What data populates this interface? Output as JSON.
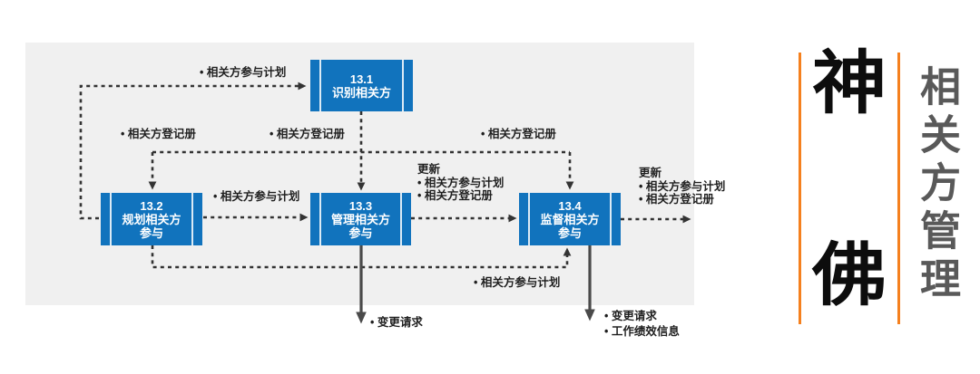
{
  "colors": {
    "process_blue": "#1173bd",
    "panel_gray": "#f0f0f0",
    "accent_orange": "#f5801e",
    "vertical_title_gray": "#595959"
  },
  "process_boxes": [
    {
      "lines": [
        "13.1",
        "识别相关方"
      ]
    },
    {
      "lines": [
        "13.2",
        "规划相关方",
        "参与"
      ]
    },
    {
      "lines": [
        "13.3",
        "管理相关方",
        "参与"
      ]
    },
    {
      "lines": [
        "13.4",
        "监督相关方",
        "参与"
      ]
    }
  ],
  "flow_labels": {
    "top_plan": "• 相关方参与计划",
    "register_left": "• 相关方登记册",
    "register_mid": "• 相关方登记册",
    "register_right": "• 相关方登记册",
    "plan_mid": "• 相关方参与计划",
    "update_mid": {
      "heading": "更新",
      "item1": "• 相关方参与计划",
      "item2": "• 相关方登记册"
    },
    "update_right": {
      "heading": "更新",
      "item1": "• 相关方参与计划",
      "item2": "• 相关方登记册"
    },
    "plan_bottom": "• 相关方参与计划",
    "change_request_mid": "• 变更请求",
    "outputs_right": {
      "item1": "• 变更请求",
      "item2": "• 工作绩效信息"
    }
  },
  "brand": {
    "watermark_char_1": "神",
    "watermark_char_2": "佛",
    "vertical_title": "相关方管理"
  }
}
